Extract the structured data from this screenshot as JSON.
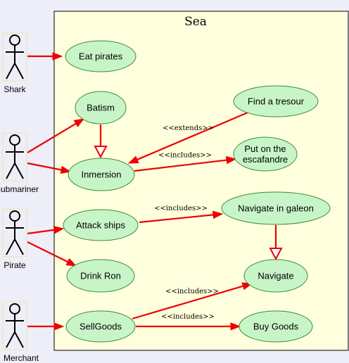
{
  "colors": {
    "background": "#eeeef8",
    "system_fill": "#ffffdd",
    "usecase_fill": "#c8f5c8",
    "usecase_stroke": "#3a8a3a",
    "arrow": "#ee0000",
    "actor": "#000000"
  },
  "system": {
    "title": "Sea"
  },
  "actors": [
    {
      "id": "shark",
      "label": "Shark"
    },
    {
      "id": "submariner",
      "label": "Submariner"
    },
    {
      "id": "pirate",
      "label": "Pirate"
    },
    {
      "id": "merchant",
      "label": "Merchant"
    }
  ],
  "usecases": [
    {
      "id": "eat_pirates",
      "label": [
        "Eat pirates"
      ]
    },
    {
      "id": "batism",
      "label": [
        "Batism"
      ]
    },
    {
      "id": "find_tresour",
      "label": [
        "Find a tresour"
      ]
    },
    {
      "id": "put_on",
      "label": [
        "Put on the",
        "escafandre"
      ]
    },
    {
      "id": "immersion",
      "label": [
        "Inmersion"
      ]
    },
    {
      "id": "attack_ships",
      "label": [
        "Attack ships"
      ]
    },
    {
      "id": "navigate_galeon",
      "label": [
        "Navigate in galeon"
      ]
    },
    {
      "id": "drink_ron",
      "label": [
        "Drink Ron"
      ]
    },
    {
      "id": "navigate",
      "label": [
        "Navigate"
      ]
    },
    {
      "id": "sell_goods",
      "label": [
        "SellGoods"
      ]
    },
    {
      "id": "buy_goods",
      "label": [
        "Buy Goods"
      ]
    }
  ],
  "relations": [
    {
      "from": "shark",
      "to": "eat_pirates",
      "kind": "association"
    },
    {
      "from": "submariner",
      "to": "batism",
      "kind": "association"
    },
    {
      "from": "submariner",
      "to": "immersion",
      "kind": "association"
    },
    {
      "from": "pirate",
      "to": "attack_ships",
      "kind": "association"
    },
    {
      "from": "pirate",
      "to": "drink_ron",
      "kind": "association"
    },
    {
      "from": "merchant",
      "to": "sell_goods",
      "kind": "association"
    },
    {
      "from": "batism",
      "to": "immersion",
      "kind": "generalization"
    },
    {
      "from": "find_tresour",
      "to": "immersion",
      "kind": "extend",
      "label": "<<extends>>"
    },
    {
      "from": "immersion",
      "to": "put_on",
      "kind": "include",
      "label": "<<includes>>"
    },
    {
      "from": "attack_ships",
      "to": "navigate_galeon",
      "kind": "include",
      "label": "<<includes>>"
    },
    {
      "from": "navigate_galeon",
      "to": "navigate",
      "kind": "generalization"
    },
    {
      "from": "sell_goods",
      "to": "navigate",
      "kind": "include",
      "label": "<<includes>>"
    },
    {
      "from": "sell_goods",
      "to": "buy_goods",
      "kind": "include",
      "label": "<<includes>>"
    }
  ]
}
